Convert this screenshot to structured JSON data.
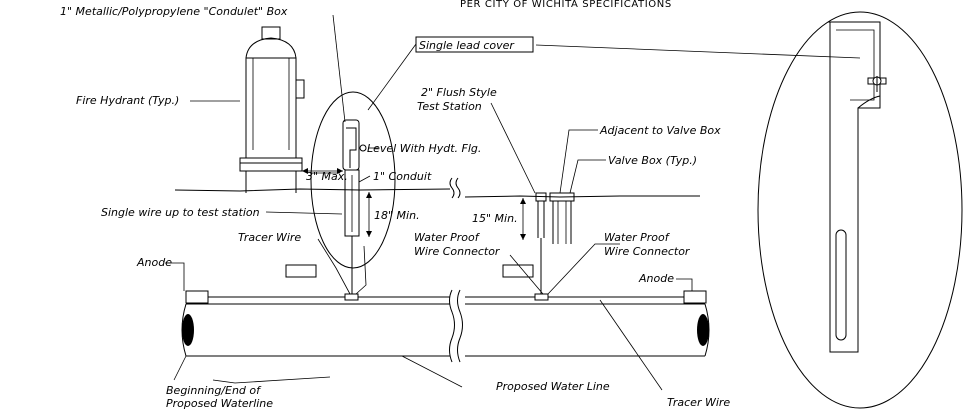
{
  "header": {
    "spec_note": "PER CITY OF WICHITA SPECIFICATIONS"
  },
  "labels": {
    "condulet_box": "1\" Metallic/Polypropylene \"Condulet\" Box",
    "single_lead_cover": "Single lead cover",
    "fire_hydrant": "Fire Hydrant (Typ.)",
    "level_with_hydt": "Level With Hydt. Flg.",
    "three_max": "3\" Max.",
    "one_conduit": "1\" Conduit",
    "eighteen_min": "18\" Min.",
    "single_wire": "Single wire up to test station",
    "tracer_wire_left": "Tracer Wire",
    "water_proof_left_1": "Water Proof",
    "water_proof_left_2": "Wire Connector",
    "anode_left": "Anode",
    "flush_station_1": "2\" Flush Style",
    "flush_station_2": "Test Station",
    "adjacent_valve": "Adjacent to Valve Box",
    "valve_box": "Valve Box (Typ.)",
    "fifteen_min": "15\" Min.",
    "water_proof_right_1": "Water Proof",
    "water_proof_right_2": "Wire Connector",
    "anode_right": "Anode",
    "beginning_end_1": "Beginning/End of",
    "beginning_end_2": "Proposed Waterline",
    "proposed_water_line": "Proposed Water Line",
    "tracer_wire_right": "Tracer Wire"
  }
}
